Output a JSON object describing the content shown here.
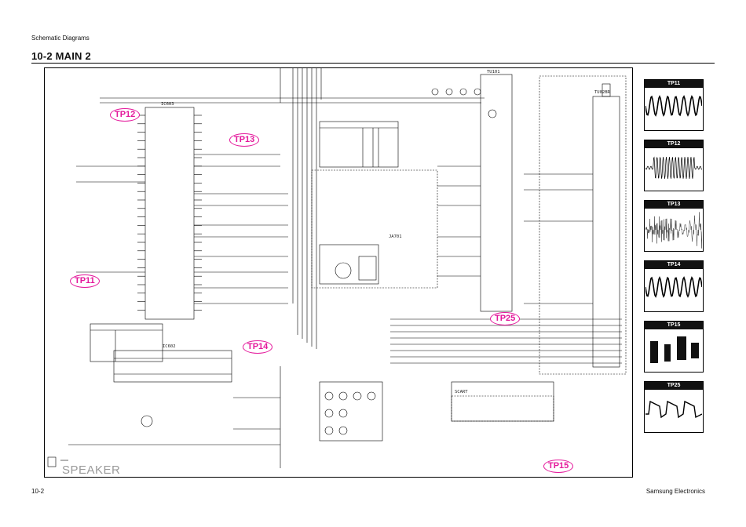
{
  "header": {
    "section": "Schematic Diagrams"
  },
  "page": {
    "title": "10-2 MAIN 2"
  },
  "footer": {
    "page_number": "10-2",
    "brand": "Samsung Electronics"
  },
  "schematic": {
    "ic_labels": {
      "ic603": "IC603",
      "ic602": "IC602",
      "tu101": "TU101",
      "tu101b": "TU02BR",
      "ja701": "JA701",
      "scart": "SCART"
    },
    "speaker_label": "SPEAKER"
  },
  "test_points": [
    {
      "id": "TP12",
      "label": "TP12"
    },
    {
      "id": "TP13",
      "label": "TP13"
    },
    {
      "id": "TP11",
      "label": "TP11"
    },
    {
      "id": "TP14",
      "label": "TP14"
    },
    {
      "id": "TP25",
      "label": "TP25"
    },
    {
      "id": "TP15",
      "label": "TP15"
    }
  ],
  "waveform_panels": [
    {
      "label": "TP11",
      "shape": "sine"
    },
    {
      "label": "TP12",
      "shape": "burst-sine"
    },
    {
      "label": "TP13",
      "shape": "noise-envelope"
    },
    {
      "label": "TP14",
      "shape": "sine"
    },
    {
      "label": "TP15",
      "shape": "blocks"
    },
    {
      "label": "TP25",
      "shape": "pulses"
    }
  ],
  "colors": {
    "accent": "#e4179b",
    "line": "#000000"
  }
}
